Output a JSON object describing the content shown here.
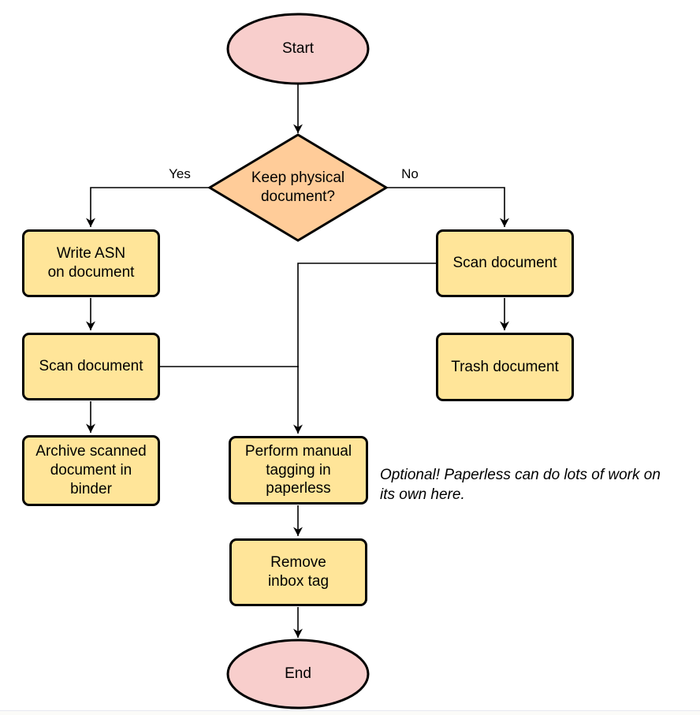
{
  "flowchart": {
    "nodes": {
      "start": {
        "label": "Start",
        "type": "terminator"
      },
      "decision": {
        "label": "Keep physical\ndocument?",
        "type": "decision"
      },
      "write_asn": {
        "label": "Write ASN\non document",
        "type": "process"
      },
      "scan_left": {
        "label": "Scan document",
        "type": "process"
      },
      "archive": {
        "label": "Archive scanned\ndocument in\nbinder",
        "type": "process"
      },
      "scan_right": {
        "label": "Scan document",
        "type": "process"
      },
      "trash": {
        "label": "Trash document",
        "type": "process"
      },
      "tagging": {
        "label": "Perform manual\ntagging in\npaperless",
        "type": "process"
      },
      "remove_inbox": {
        "label": "Remove\ninbox tag",
        "type": "process"
      },
      "end": {
        "label": "End",
        "type": "terminator"
      }
    },
    "edge_labels": {
      "yes": "Yes",
      "no": "No"
    },
    "annotation": "Optional! Paperless can do lots of work on\nits own here."
  },
  "colors": {
    "terminator_fill": "#f8cecc",
    "decision_fill": "#ffcc99",
    "process_fill": "#ffe599",
    "stroke": "#000000",
    "note_text": "#000000",
    "page_edge": "#e7e9f0"
  }
}
